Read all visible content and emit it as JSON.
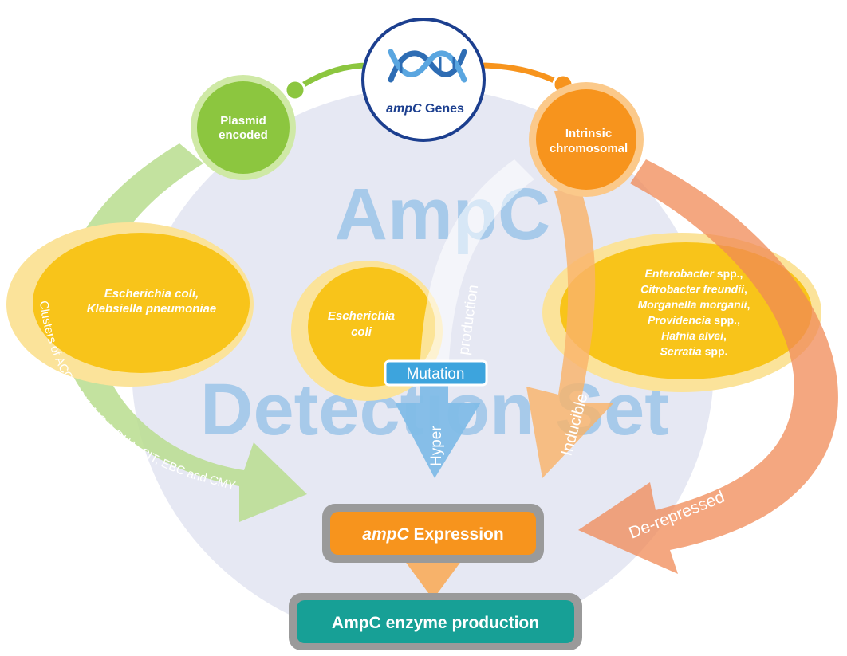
{
  "center": {
    "title_italic": "ampC",
    "title_rest": " Genes"
  },
  "plasmid": {
    "line1": "Plasmid",
    "line2": "encoded"
  },
  "intrinsic": {
    "line1": "Intrinsic",
    "line2": "chromosomal"
  },
  "watermark": {
    "line1": "AmpC",
    "line2": "Detection Set"
  },
  "organisms": {
    "left": [
      "Escherichia coli,",
      "Klebsiella pneumoniae"
    ],
    "middle": [
      "Escherichia",
      "coli"
    ],
    "right": [
      {
        "italic": "Enterobacter",
        "rest": " spp.,"
      },
      {
        "italic": "Citrobacter freundii",
        "rest": ","
      },
      {
        "italic": "Morganella morganii",
        "rest": ","
      },
      {
        "italic": "Providencia",
        "rest": " spp.,"
      },
      {
        "italic": "Hafnia alvei",
        "rest": ","
      },
      {
        "italic": "Serratia",
        "rest": " spp."
      }
    ]
  },
  "arrows": {
    "clusters": "Clusters of ACC, FOX, MOX, DHA, CIT, EBC and CMY",
    "hyper_production": "Hyper production",
    "hyper": "Hyper",
    "production": "production",
    "mutation": "Mutation",
    "inducible": "Inducible",
    "derepressed": "De-repressed"
  },
  "expression": {
    "italic": "ampC",
    "rest": " Expression"
  },
  "enzyme": {
    "label": "AmpC enzyme production"
  },
  "colors": {
    "background_disc": "#e6e8f3",
    "green": "#8cc63f",
    "orange": "#f7941d",
    "yellow": "#f8c41a",
    "blue": "#2e6db4",
    "teal": "#17a096",
    "salmon": "#f4a582",
    "mutation_blue": "#3da4dd"
  }
}
